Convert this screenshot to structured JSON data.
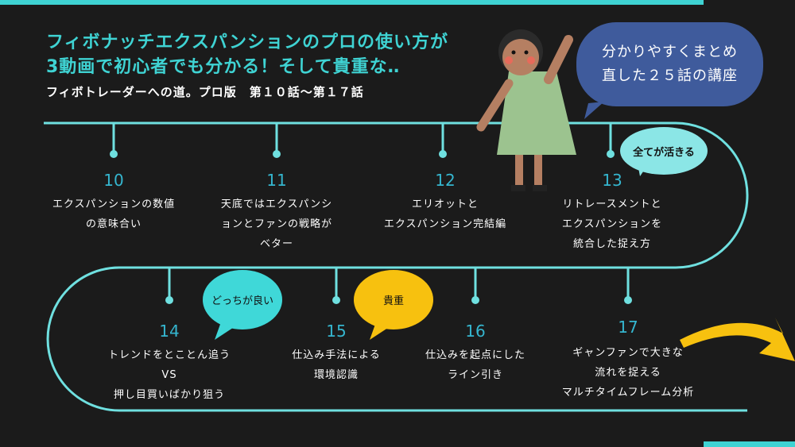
{
  "header": {
    "title_line1": "フィボナッチエクスパンションのプロの使い方が",
    "title_line2": "3動画で初心者でも分かる！そして貴重な‥",
    "subtitle": "フィボトレーダーへの道。プロ版　第１０話〜第１７話"
  },
  "speech": {
    "main_line1": "分かりやすくまとめ",
    "main_line2": "直した２５話の講座",
    "all_useful": "全てが活きる",
    "which_better": "どっちが良い",
    "valuable": "貴重"
  },
  "episodes": [
    {
      "num": "10",
      "lines": [
        "エクスパンションの数値",
        "の意味合い"
      ]
    },
    {
      "num": "11",
      "lines": [
        "天底ではエクスパンシ",
        "ョンとファンの戦略が",
        "ベター"
      ]
    },
    {
      "num": "12",
      "lines": [
        "エリオットと",
        "エクスパンション完結編"
      ]
    },
    {
      "num": "13",
      "lines": [
        "リトレースメントと",
        "エクスパンションを",
        "統合した捉え方"
      ]
    },
    {
      "num": "14",
      "lines": [
        "トレンドをとことん追う",
        "VS",
        "押し目買いばかり狙う"
      ]
    },
    {
      "num": "15",
      "lines": [
        "仕込み手法による",
        "環境認識"
      ]
    },
    {
      "num": "16",
      "lines": [
        "仕込みを起点にした",
        "ライン引き"
      ]
    },
    {
      "num": "17",
      "lines": [
        "ギャンファンで大きな",
        "流れを捉える",
        "マルチタイムフレーム分析"
      ]
    }
  ],
  "colors": {
    "accent": "#3fd3d3",
    "line": "#6fe0e0",
    "yellow": "#f7c10f",
    "bubble_blue": "#3f5b9c"
  }
}
